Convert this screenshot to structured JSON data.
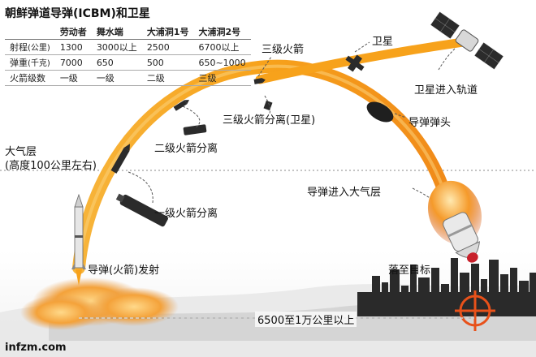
{
  "title": "朝鲜弹道导弹(ICBM)和卫星",
  "table": {
    "headers": [
      "",
      "劳动者",
      "舞水端",
      "大浦洞1号",
      "大浦洞2号"
    ],
    "rows": [
      {
        "label": "射程",
        "unit": "(公里)",
        "values": [
          "1300",
          "3000以上",
          "2500",
          "6700以上"
        ]
      },
      {
        "label": "弹重",
        "unit": "(千克)",
        "values": [
          "7000",
          "650",
          "500",
          "650~1000"
        ]
      },
      {
        "label": "火箭级数",
        "unit": "",
        "values": [
          "一级",
          "一级",
          "二级",
          "三级"
        ]
      }
    ]
  },
  "labels": {
    "atmosphere_line1": "大气层",
    "atmosphere_line2": "(高度100公里左右)",
    "launch": "导弹(火箭)发射",
    "stage1_sep": "一级火箭分离",
    "stage2_sep": "二级火箭分离",
    "stage3": "三级火箭",
    "stage3_sep": "三级火箭分离(卫星)",
    "satellite": "卫星",
    "sat_orbit": "卫星进入轨道",
    "warhead": "导弹弹头",
    "reentry": "导弹进入大气层",
    "target": "落至目标",
    "distance": "6500至1万公里以上",
    "site": "infzm.com"
  },
  "colors": {
    "trajectory": "#f7a21b",
    "trajectory_dark": "#e07b10",
    "flame": "#f4a23a",
    "warhead_tip": "#c8202a",
    "target": "#e8511a",
    "skyline": "#2a2a2a"
  }
}
